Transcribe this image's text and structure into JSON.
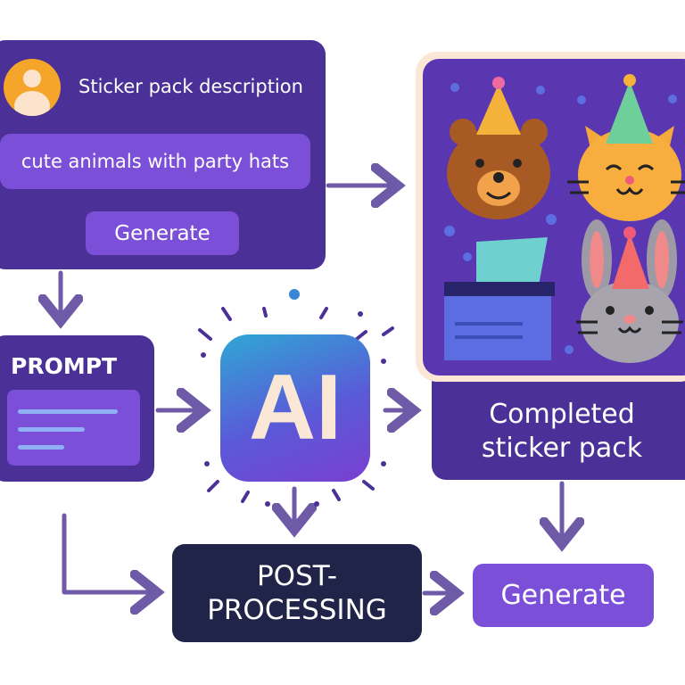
{
  "input_card": {
    "title": "Sticker pack description",
    "input_value": "cute animals with party hats",
    "button_label": "Generate",
    "icon": "user-avatar-icon"
  },
  "prompt_card": {
    "title": "PROMPT"
  },
  "ai_box": {
    "label": "AI"
  },
  "result_panel": {
    "caption": "Completed sticker pack",
    "stickers": [
      "bear-with-party-hat",
      "cat-with-party-hat",
      "tissue-box",
      "bunny-with-party-hat"
    ]
  },
  "post_processing": {
    "line1": "POST-",
    "line2": "PROCESSING"
  },
  "final_button": {
    "label": "Generate"
  },
  "colors": {
    "card": "#4b3197",
    "accent": "#7c4fd8",
    "navy": "#1f2448",
    "arrow": "#6e5aa6",
    "cream": "#fbe7d6"
  }
}
